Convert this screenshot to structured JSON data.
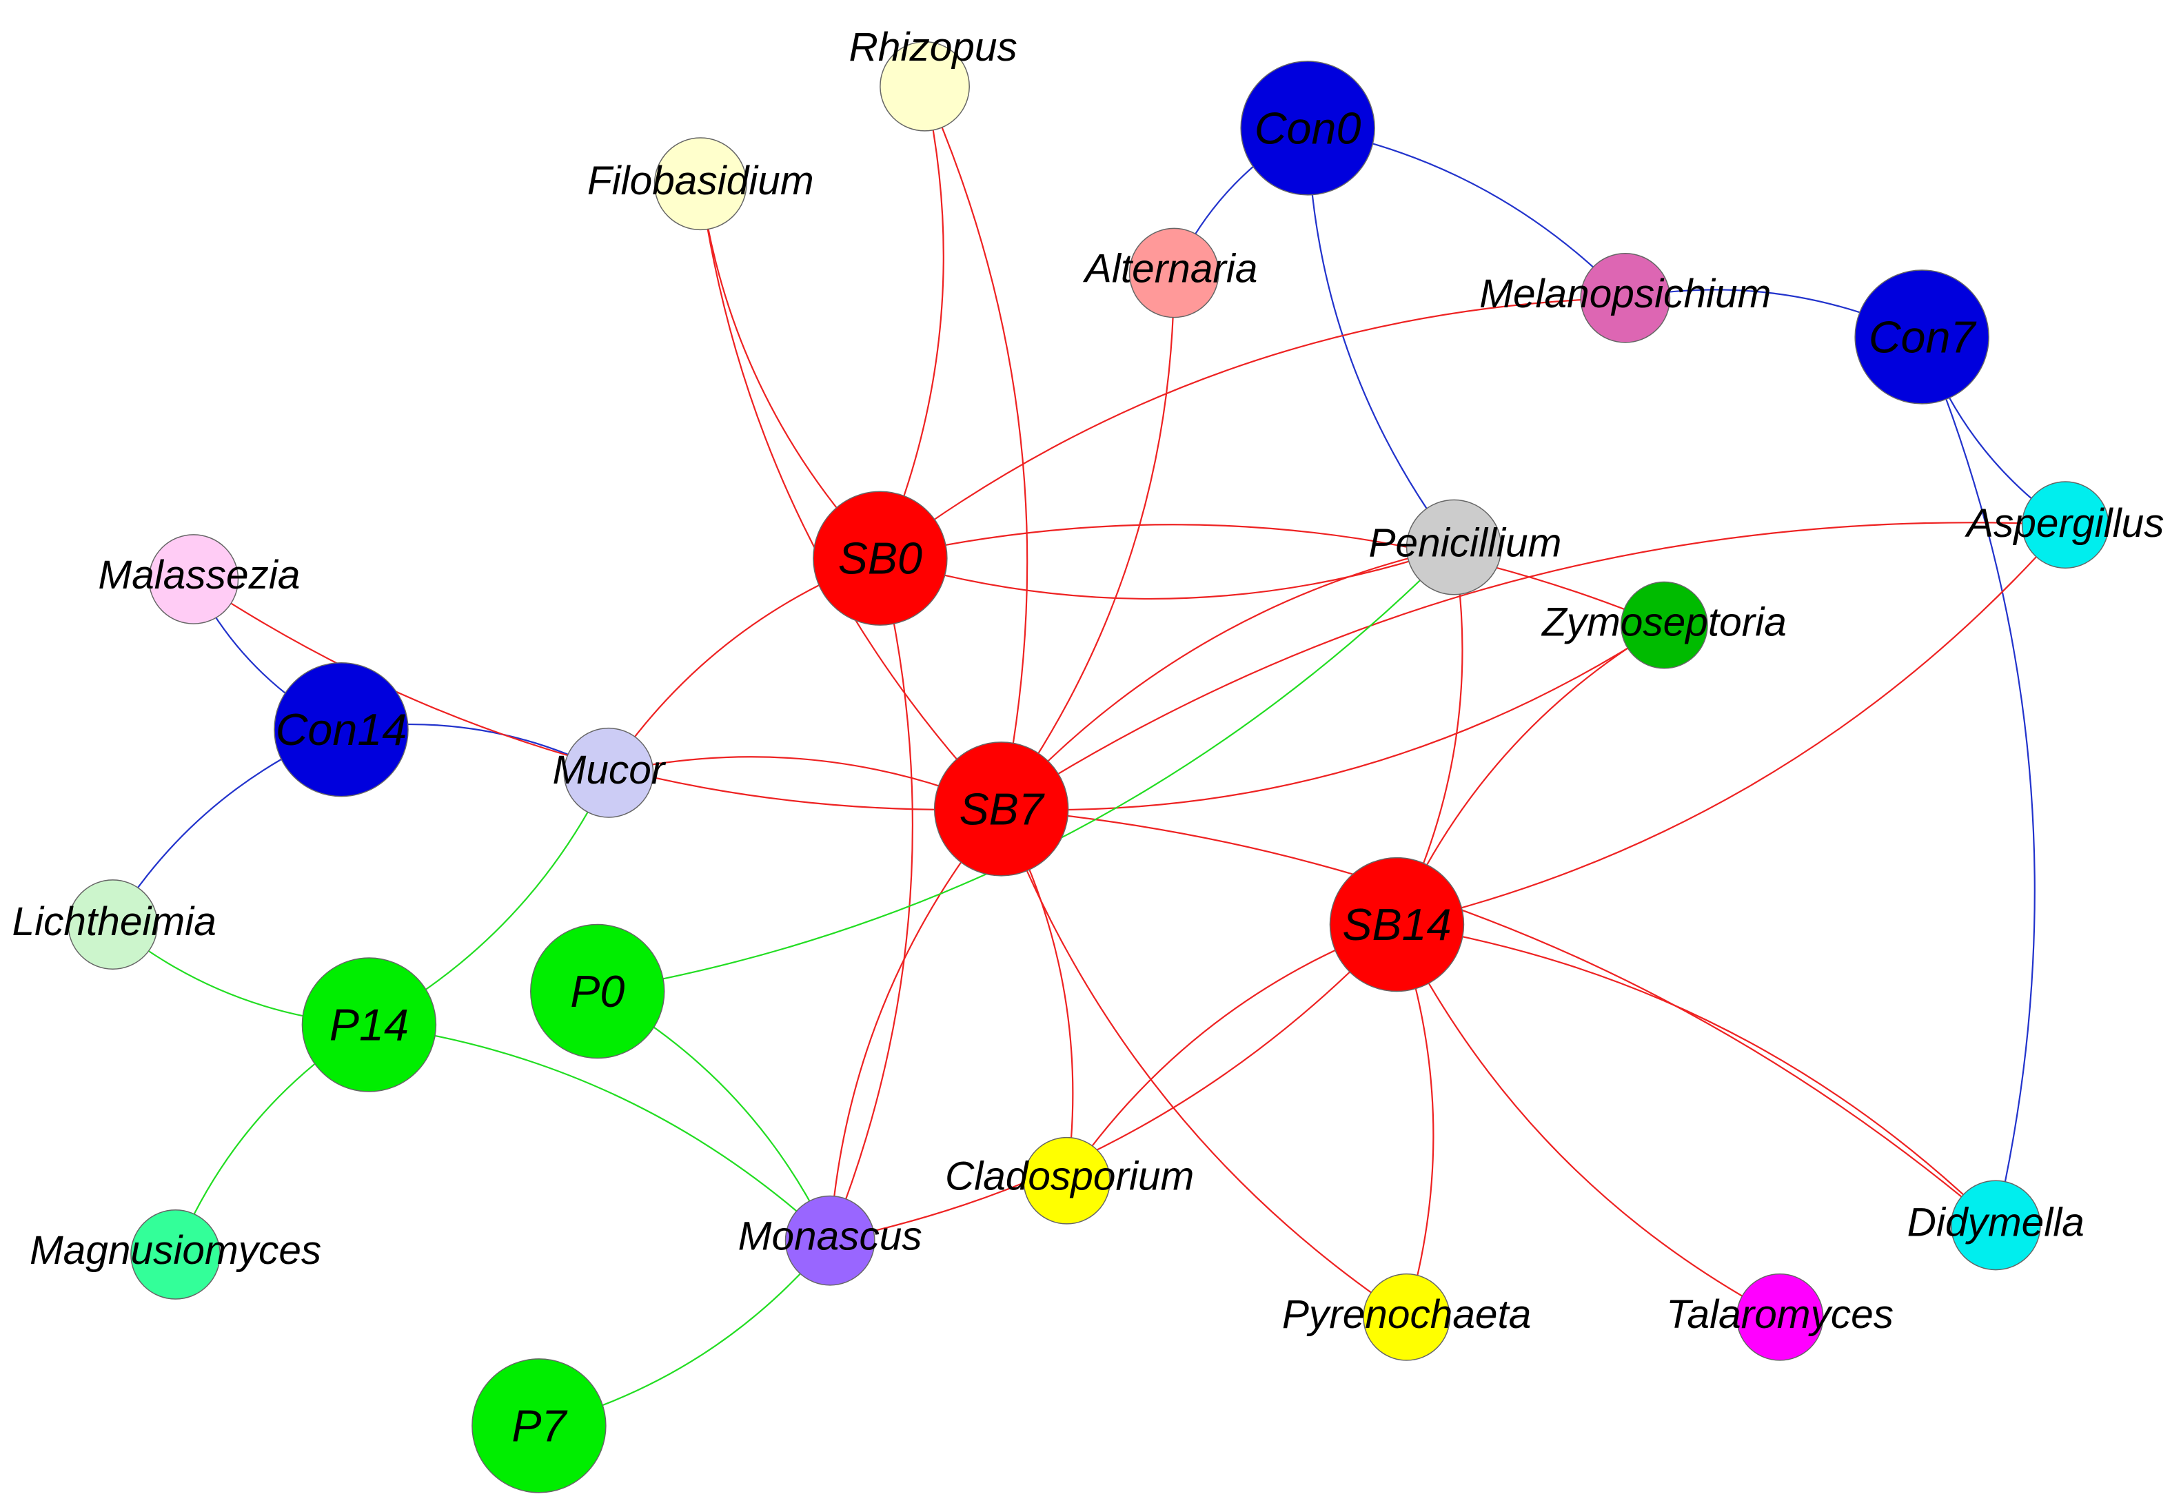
{
  "colors": {
    "red": "#ff0000",
    "blue": "#0000dd",
    "green": "#00ee00",
    "edge_red": "#ee2222",
    "edge_blue": "#2233cc",
    "edge_green": "#22dd22"
  },
  "nodes": [
    {
      "id": "Rhizopus",
      "label": "Rhizopus",
      "color": "#ffffcc"
    },
    {
      "id": "Filobasidium",
      "label": "Filobasidium",
      "color": "#ffffcc"
    },
    {
      "id": "Con0",
      "label": "Con0",
      "color": "#0000dd"
    },
    {
      "id": "Alternaria",
      "label": "Alternaria",
      "color": "#ff9999"
    },
    {
      "id": "Melanopsichium",
      "label": "Melanopsichium",
      "color": "#dd66b3"
    },
    {
      "id": "Con7",
      "label": "Con7",
      "color": "#0000dd"
    },
    {
      "id": "Aspergillus",
      "label": "Aspergillus",
      "color": "#00eeee"
    },
    {
      "id": "Malassezia",
      "label": "Malassezia",
      "color": "#ffccf5"
    },
    {
      "id": "SB0",
      "label": "SB0",
      "color": "#ff0000"
    },
    {
      "id": "Penicillium",
      "label": "Penicillium",
      "color": "#cccccc"
    },
    {
      "id": "Zymoseptoria",
      "label": "Zymoseptoria",
      "color": "#00bb00"
    },
    {
      "id": "Con14",
      "label": "Con14",
      "color": "#0000dd"
    },
    {
      "id": "Mucor",
      "label": "Mucor",
      "color": "#ccccf5"
    },
    {
      "id": "SB7",
      "label": "SB7",
      "color": "#ff0000"
    },
    {
      "id": "Lichtheimia",
      "label": "Lichtheimia",
      "color": "#ccf5cc"
    },
    {
      "id": "SB14",
      "label": "SB14",
      "color": "#ff0000"
    },
    {
      "id": "P0",
      "label": "P0",
      "color": "#00ee00"
    },
    {
      "id": "P14",
      "label": "P14",
      "color": "#00ee00"
    },
    {
      "id": "Cladosporium",
      "label": "Cladosporium",
      "color": "#ffff00"
    },
    {
      "id": "Magnusiomyces",
      "label": "Magnusiomyces",
      "color": "#33ff99"
    },
    {
      "id": "Monascus",
      "label": "Monascus",
      "color": "#9966ff"
    },
    {
      "id": "Didymella",
      "label": "Didymella",
      "color": "#00eeee"
    },
    {
      "id": "Pyrenochaeta",
      "label": "Pyrenochaeta",
      "color": "#ffff00"
    },
    {
      "id": "Talaromyces",
      "label": "Talaromyces",
      "color": "#ff00ff"
    },
    {
      "id": "P7",
      "label": "P7",
      "color": "#00ee00"
    }
  ],
  "edges": [
    {
      "from": "Con0",
      "to": "Alternaria",
      "color": "blue"
    },
    {
      "from": "Con0",
      "to": "Melanopsichium",
      "color": "blue"
    },
    {
      "from": "Con0",
      "to": "Penicillium",
      "color": "blue"
    },
    {
      "from": "Melanopsichium",
      "to": "Con7",
      "color": "blue"
    },
    {
      "from": "Con7",
      "to": "Aspergillus",
      "color": "blue"
    },
    {
      "from": "Con7",
      "to": "Didymella",
      "color": "blue"
    },
    {
      "from": "Malassezia",
      "to": "Con14",
      "color": "blue"
    },
    {
      "from": "Con14",
      "to": "Mucor",
      "color": "blue"
    },
    {
      "from": "Con14",
      "to": "Lichtheimia",
      "color": "blue"
    },
    {
      "from": "SB0",
      "to": "Filobasidium",
      "color": "red"
    },
    {
      "from": "SB0",
      "to": "Rhizopus",
      "color": "red"
    },
    {
      "from": "SB0",
      "to": "Melanopsichium",
      "color": "red"
    },
    {
      "from": "SB0",
      "to": "Penicillium",
      "color": "red"
    },
    {
      "from": "SB0",
      "to": "Zymoseptoria",
      "color": "red"
    },
    {
      "from": "SB0",
      "to": "Mucor",
      "color": "red"
    },
    {
      "from": "SB0",
      "to": "Monascus",
      "color": "red"
    },
    {
      "from": "SB7",
      "to": "Rhizopus",
      "color": "red"
    },
    {
      "from": "SB7",
      "to": "Filobasidium",
      "color": "red"
    },
    {
      "from": "SB7",
      "to": "Alternaria",
      "color": "red"
    },
    {
      "from": "SB7",
      "to": "Malassezia",
      "color": "red"
    },
    {
      "from": "SB7",
      "to": "Mucor",
      "color": "red"
    },
    {
      "from": "SB7",
      "to": "Penicillium",
      "color": "red"
    },
    {
      "from": "SB7",
      "to": "Zymoseptoria",
      "color": "red"
    },
    {
      "from": "SB7",
      "to": "Aspergillus",
      "color": "red"
    },
    {
      "from": "SB7",
      "to": "Monascus",
      "color": "red"
    },
    {
      "from": "SB7",
      "to": "Cladosporium",
      "color": "red"
    },
    {
      "from": "SB7",
      "to": "Pyrenochaeta",
      "color": "red"
    },
    {
      "from": "SB7",
      "to": "Didymella",
      "color": "red"
    },
    {
      "from": "SB14",
      "to": "Penicillium",
      "color": "red"
    },
    {
      "from": "SB14",
      "to": "Zymoseptoria",
      "color": "red"
    },
    {
      "from": "SB14",
      "to": "Aspergillus",
      "color": "red"
    },
    {
      "from": "SB14",
      "to": "Monascus",
      "color": "red"
    },
    {
      "from": "SB14",
      "to": "Cladosporium",
      "color": "red"
    },
    {
      "from": "SB14",
      "to": "Pyrenochaeta",
      "color": "red"
    },
    {
      "from": "SB14",
      "to": "Talaromyces",
      "color": "red"
    },
    {
      "from": "SB14",
      "to": "Didymella",
      "color": "red"
    },
    {
      "from": "P0",
      "to": "Penicillium",
      "color": "green"
    },
    {
      "from": "P0",
      "to": "Monascus",
      "color": "green"
    },
    {
      "from": "P14",
      "to": "Mucor",
      "color": "green"
    },
    {
      "from": "P14",
      "to": "Lichtheimia",
      "color": "green"
    },
    {
      "from": "P14",
      "to": "Magnusiomyces",
      "color": "green"
    },
    {
      "from": "P14",
      "to": "Monascus",
      "color": "green"
    },
    {
      "from": "P7",
      "to": "Monascus",
      "color": "green"
    }
  ]
}
